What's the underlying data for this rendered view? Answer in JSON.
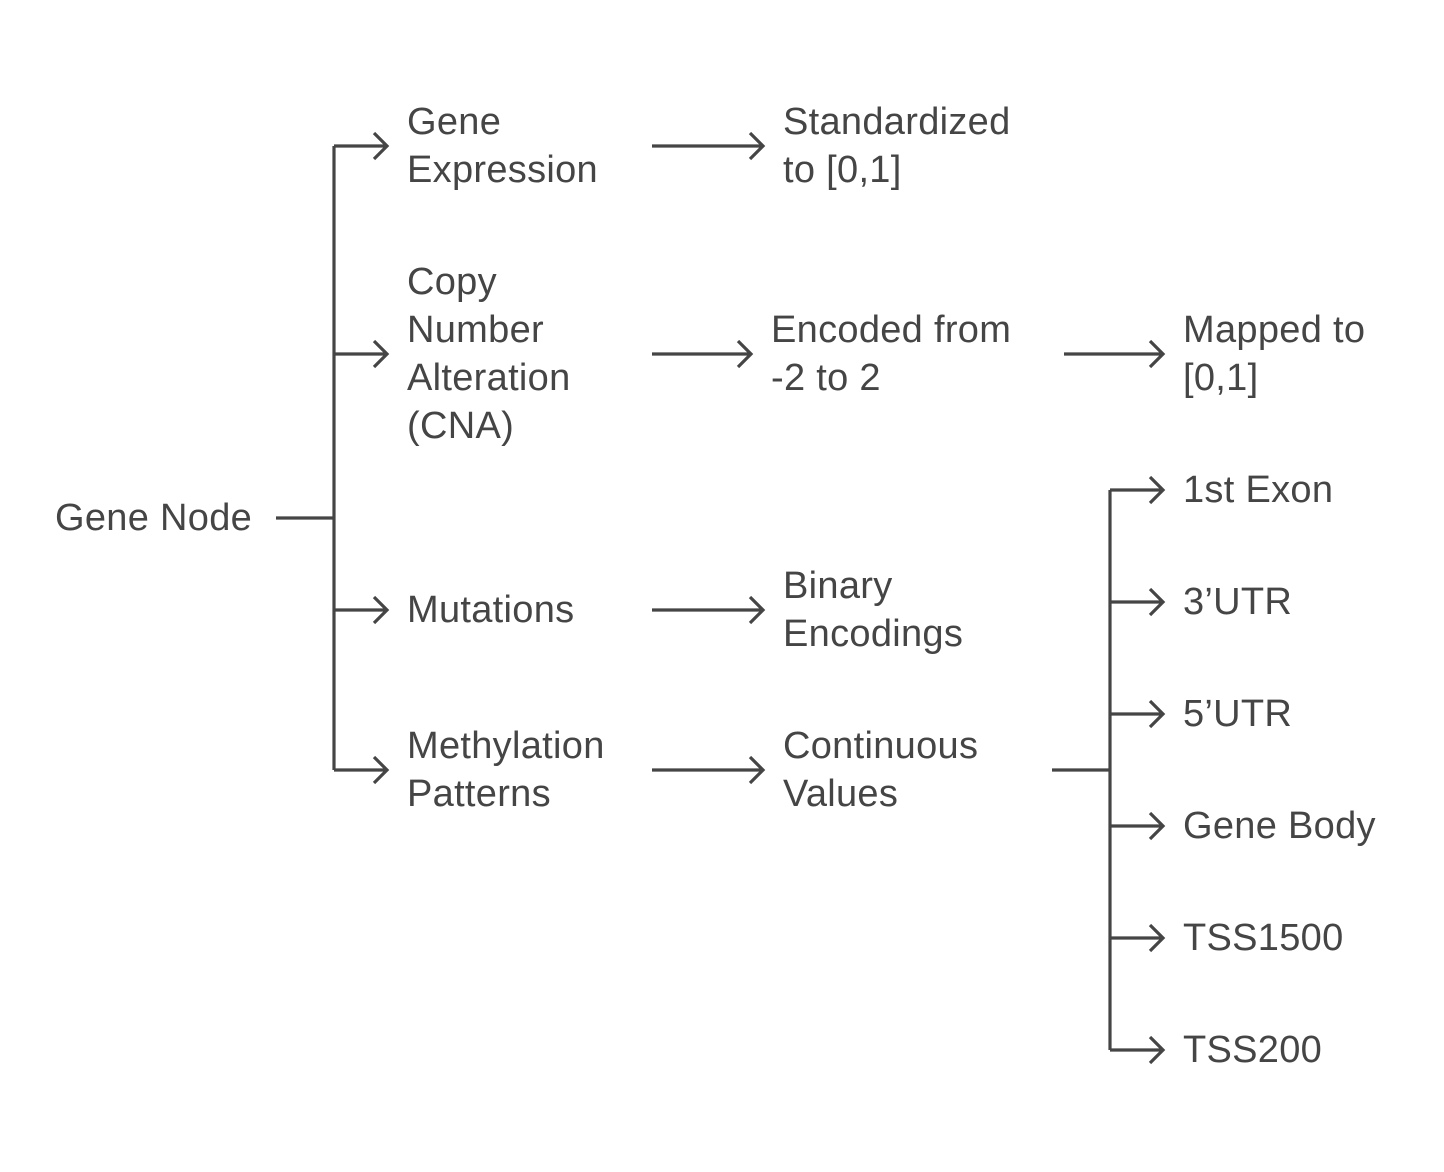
{
  "root": {
    "label": "Gene Node"
  },
  "branches": [
    {
      "label": "Gene Expression",
      "lines": [
        "Gene",
        "Expression"
      ],
      "next": {
        "label": "Standardized to [0,1]",
        "lines": [
          "Standardized",
          "to [0,1]"
        ]
      }
    },
    {
      "label": "Copy Number Alteration (CNA)",
      "lines": [
        "Copy",
        "Number",
        "Alteration",
        "(CNA)"
      ],
      "next": {
        "label": "Encoded from -2 to 2",
        "lines": [
          "Encoded from",
          "-2 to 2"
        ],
        "next": {
          "label": "Mapped to [0,1]",
          "lines": [
            "Mapped to",
            "[0,1]"
          ]
        }
      }
    },
    {
      "label": "Mutations",
      "lines": [
        "Mutations"
      ],
      "next": {
        "label": "Binary Encodings",
        "lines": [
          "Binary",
          "Encodings"
        ]
      }
    },
    {
      "label": "Methylation Patterns",
      "lines": [
        "Methylation",
        "Patterns"
      ],
      "next": {
        "label": "Continuous Values",
        "lines": [
          "Continuous",
          "Values"
        ],
        "children": [
          "1st Exon",
          "3’UTR",
          "5’UTR",
          "Gene Body",
          "TSS1500",
          "TSS200"
        ]
      }
    }
  ]
}
